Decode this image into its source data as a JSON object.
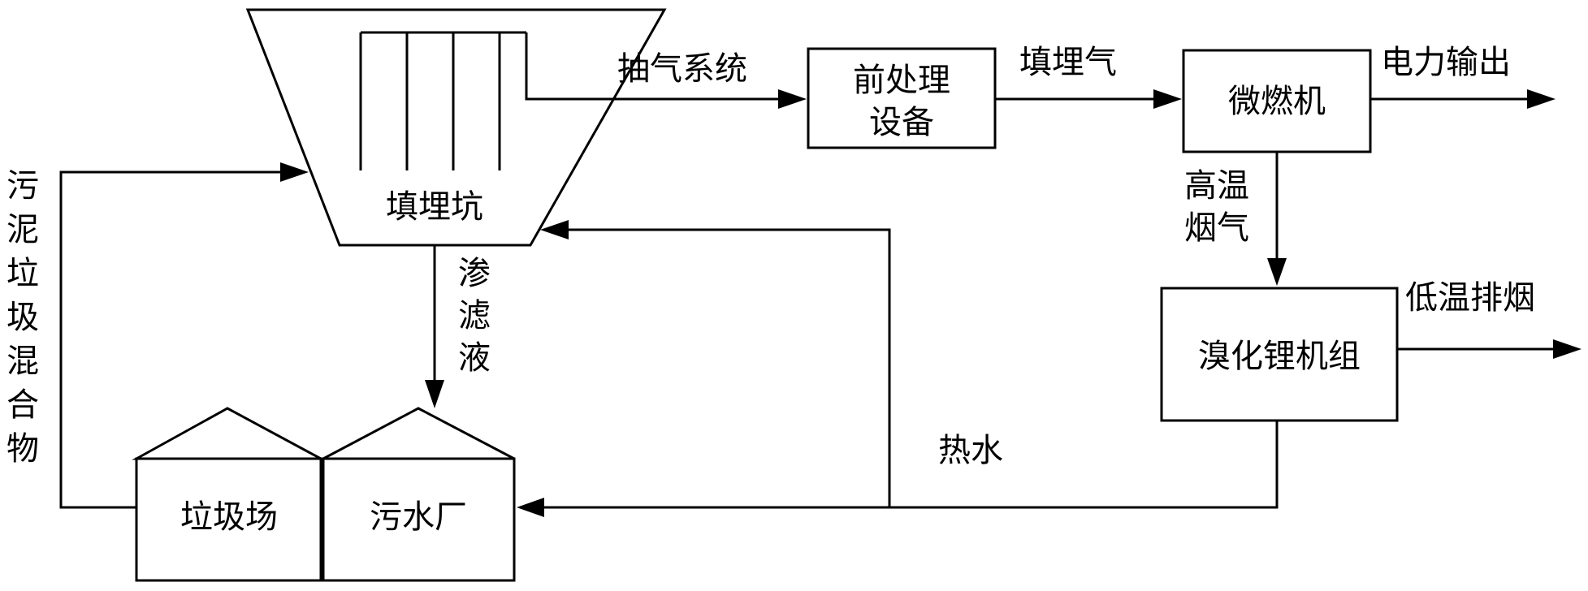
{
  "diagram": {
    "nodes": {
      "landfill_pit": "填埋坑",
      "pretreatment": "前处理设备",
      "microturbine": "微燃机",
      "libr_unit": "溴化锂机组",
      "garbage_site": "垃圾场",
      "sewage_plant": "污水厂"
    },
    "edges": {
      "extraction": "抽气系统",
      "landfill_gas": "填埋气",
      "power_output": "电力输出",
      "high_temp_flue": "高温烟气",
      "low_temp_exhaust": "低温排烟",
      "leachate": "渗滤液",
      "hot_water": "热水",
      "sludge_mix": "污泥垃圾混合物"
    }
  }
}
